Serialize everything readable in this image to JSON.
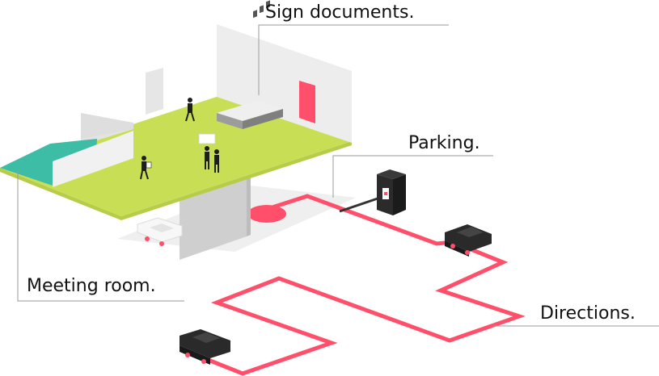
{
  "labels": {
    "sign_documents": "Sign documents.",
    "parking": "Parking.",
    "meeting_room": "Meeting room.",
    "directions": "Directions."
  },
  "colors": {
    "floor_green": "#c8df55",
    "accent_red": "#ff4f6a",
    "teal": "#3dbca6",
    "wall_light": "#ededed",
    "wall_mid": "#dcdcdc",
    "dark": "#1e1e1e",
    "leader_line": "#9a9a9a"
  }
}
